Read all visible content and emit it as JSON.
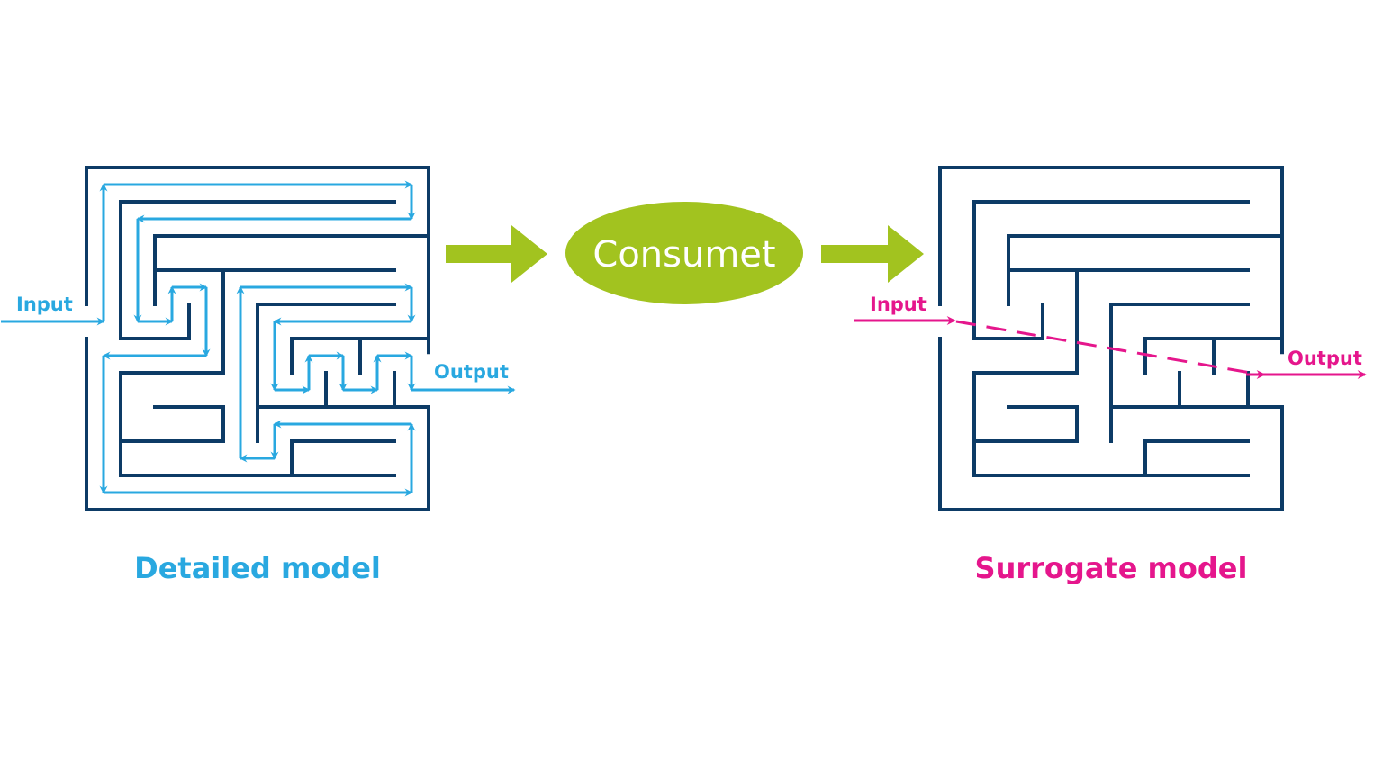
{
  "colors": {
    "maze_wall": "#0d3b66",
    "detailed_path": "#29a8e0",
    "surrogate_path": "#e5168c",
    "consumet": "#a2c31f",
    "consumet_text": "#ffffff"
  },
  "detailed": {
    "caption": "Detailed model",
    "input_label": "Input",
    "output_label": "Output"
  },
  "consumet": {
    "label": "Consumet"
  },
  "surrogate": {
    "caption": "Surrogate model",
    "input_label": "Input",
    "output_label": "Output"
  },
  "icons": {
    "left_flow_arrow": "arrow-right-icon",
    "right_flow_arrow": "arrow-right-icon"
  }
}
